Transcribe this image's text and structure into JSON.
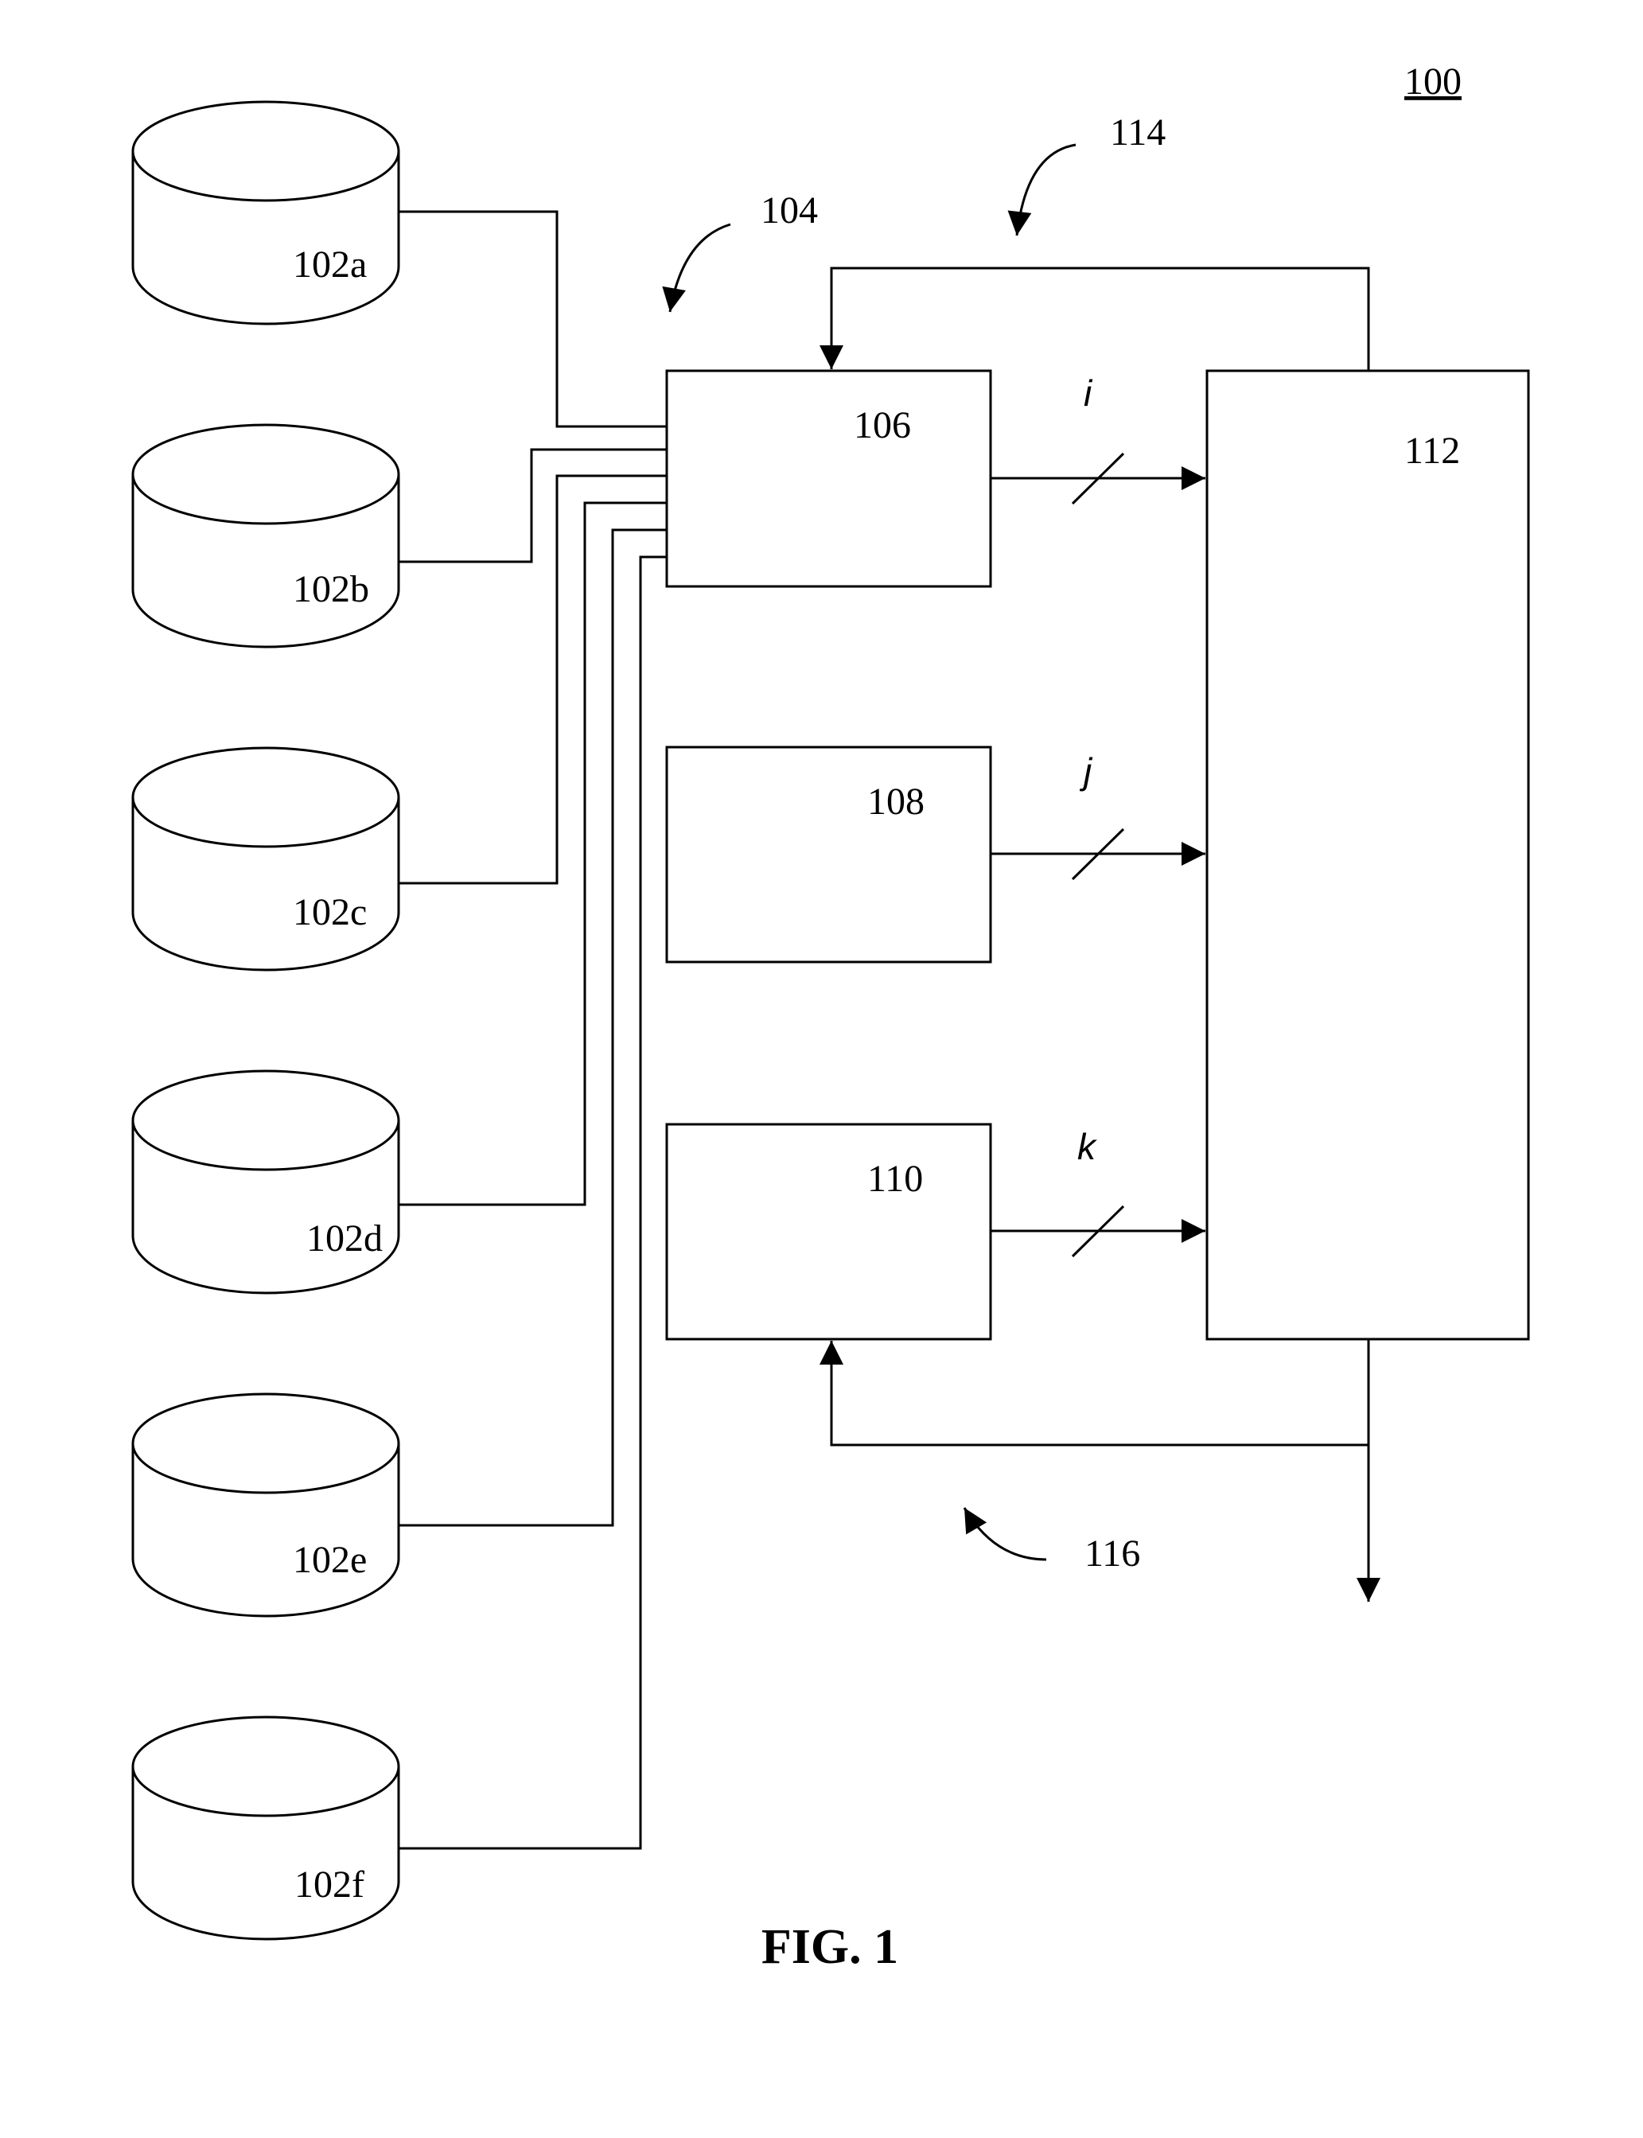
{
  "figure": {
    "ref": "100",
    "caption": "FIG. 1"
  },
  "databases": [
    {
      "id": "db_a",
      "label": "102a"
    },
    {
      "id": "db_b",
      "label": "102b"
    },
    {
      "id": "db_c",
      "label": "102c"
    },
    {
      "id": "db_d",
      "label": "102d"
    },
    {
      "id": "db_e",
      "label": "102e"
    },
    {
      "id": "db_f",
      "label": "102f"
    }
  ],
  "modules": [
    {
      "id": "mod_106",
      "label": "106"
    },
    {
      "id": "mod_108",
      "label": "108"
    },
    {
      "id": "mod_110",
      "label": "110"
    },
    {
      "id": "mod_112",
      "label": "112"
    }
  ],
  "bus_labels": [
    "i",
    "j",
    "k"
  ],
  "callouts": [
    {
      "id": "ref_104",
      "label": "104"
    },
    {
      "id": "ref_114",
      "label": "114"
    },
    {
      "id": "ref_116",
      "label": "116"
    }
  ]
}
